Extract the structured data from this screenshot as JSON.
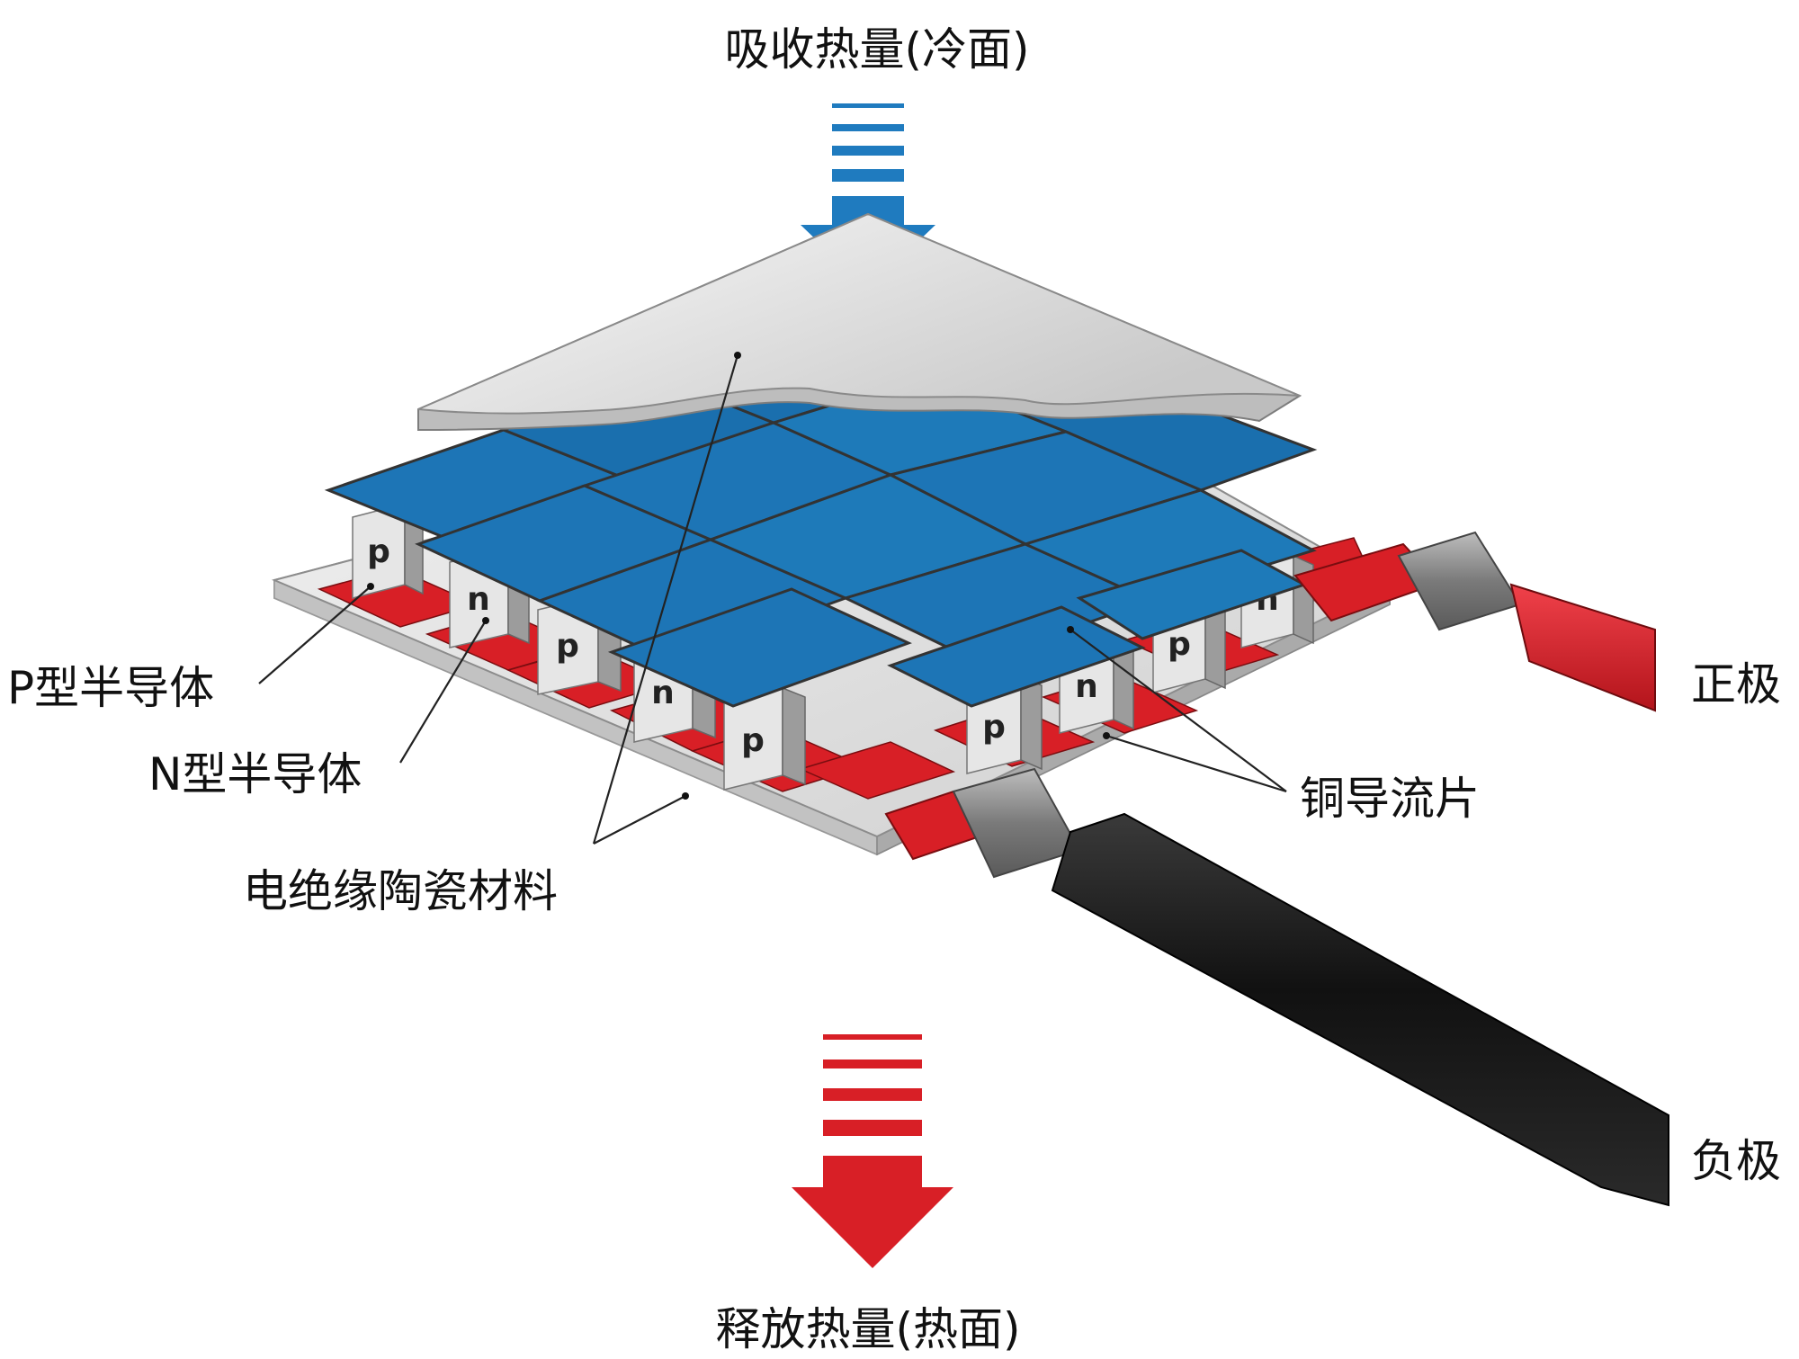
{
  "labels": {
    "top": "吸收热量(冷面)",
    "bottom": "释放热量(热面)",
    "p_type": "P型半导体",
    "n_type": "N型半导体",
    "ceramic": "电绝缘陶瓷材料",
    "copper": "铜导流片",
    "positive": "正极",
    "negative": "负极"
  },
  "elements": {
    "p": "p",
    "n": "n"
  },
  "colors": {
    "cold_arrow": "#1f7bbf",
    "hot_arrow": "#d81f26",
    "copper_top": "#1d75b6",
    "copper_bottom": "#d81f26",
    "ceramic": "#e4e4e4",
    "wire_positive": "#d81f26",
    "wire_negative": "#1b1b1b"
  }
}
